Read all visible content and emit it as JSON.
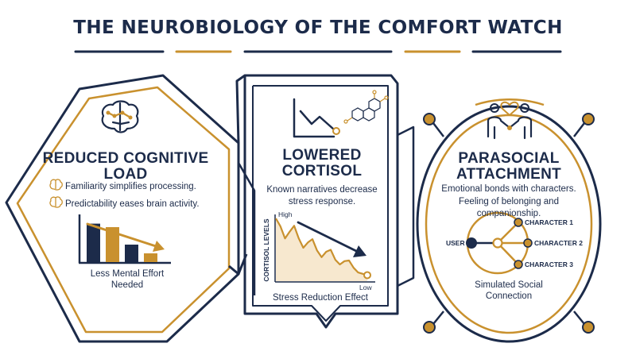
{
  "title": "THE NEUROBIOLOGY OF THE COMFORT WATCH",
  "colors": {
    "navy": "#1c2b4a",
    "gold": "#c9912e",
    "gold_fill": "#f7e8cf"
  },
  "panels": {
    "cognitive": {
      "heading": "REDUCED COGNITIVE LOAD",
      "icon": "brain-icon",
      "points": [
        {
          "icon": "brain-outline-icon",
          "text": "Familiarity simplifies processing."
        },
        {
          "icon": "brain-outline-icon",
          "text": "Predictability eases brain activity."
        }
      ],
      "chart_caption": "Less Mental Effort Needed"
    },
    "cortisol": {
      "heading": "LOWERED CORTISOL",
      "icons": [
        "downtrend-icon",
        "molecule-icon"
      ],
      "text": "Known narratives decrease stress response.",
      "y_axis_label": "CORTISOL LEVELS",
      "high_label": "High",
      "low_label": "Low",
      "caption": "Stress Reduction Effect"
    },
    "attachment": {
      "heading": "PARASOCIAL ATTACHMENT",
      "icon": "handshake-heart-icon",
      "text_lines": [
        "Emotional bonds with characters.",
        "Feeling of belonging and companionship."
      ],
      "network": {
        "center_label": "USER",
        "nodes": [
          "CHARACTER 1",
          "CHARACTER 2",
          "CHARACTER 3"
        ]
      },
      "caption": "Simulated Social Connection"
    }
  },
  "chart_data": [
    {
      "type": "bar",
      "categories": [
        "",
        "",
        "",
        ""
      ],
      "values": [
        4.4,
        4.0,
        2.0,
        1.0
      ],
      "colors": [
        "#1c2b4a",
        "#c9912e",
        "#1c2b4a",
        "#c9912e"
      ],
      "title": "",
      "xlabel": "",
      "ylabel": "",
      "ylim": [
        0,
        5
      ],
      "trend": "decreasing",
      "grid": false
    },
    {
      "type": "area",
      "x": [
        0,
        1,
        2,
        3,
        4,
        5,
        6,
        7,
        8,
        9,
        10,
        11,
        12,
        13,
        14,
        15,
        16,
        17,
        18,
        19,
        20
      ],
      "values": [
        9.4,
        8.2,
        6.4,
        7.4,
        8.3,
        6.4,
        5.0,
        5.8,
        6.3,
        4.6,
        3.6,
        4.4,
        4.7,
        3.2,
        2.5,
        3.0,
        3.1,
        2.0,
        1.3,
        1.1,
        0.9
      ],
      "title": "",
      "xlabel": "",
      "ylabel": "CORTISOL LEVELS",
      "ylim": [
        0,
        10
      ],
      "y_tick_labels": {
        "top": "High",
        "bottom": "Low"
      },
      "trend": "decreasing",
      "grid": false
    }
  ]
}
